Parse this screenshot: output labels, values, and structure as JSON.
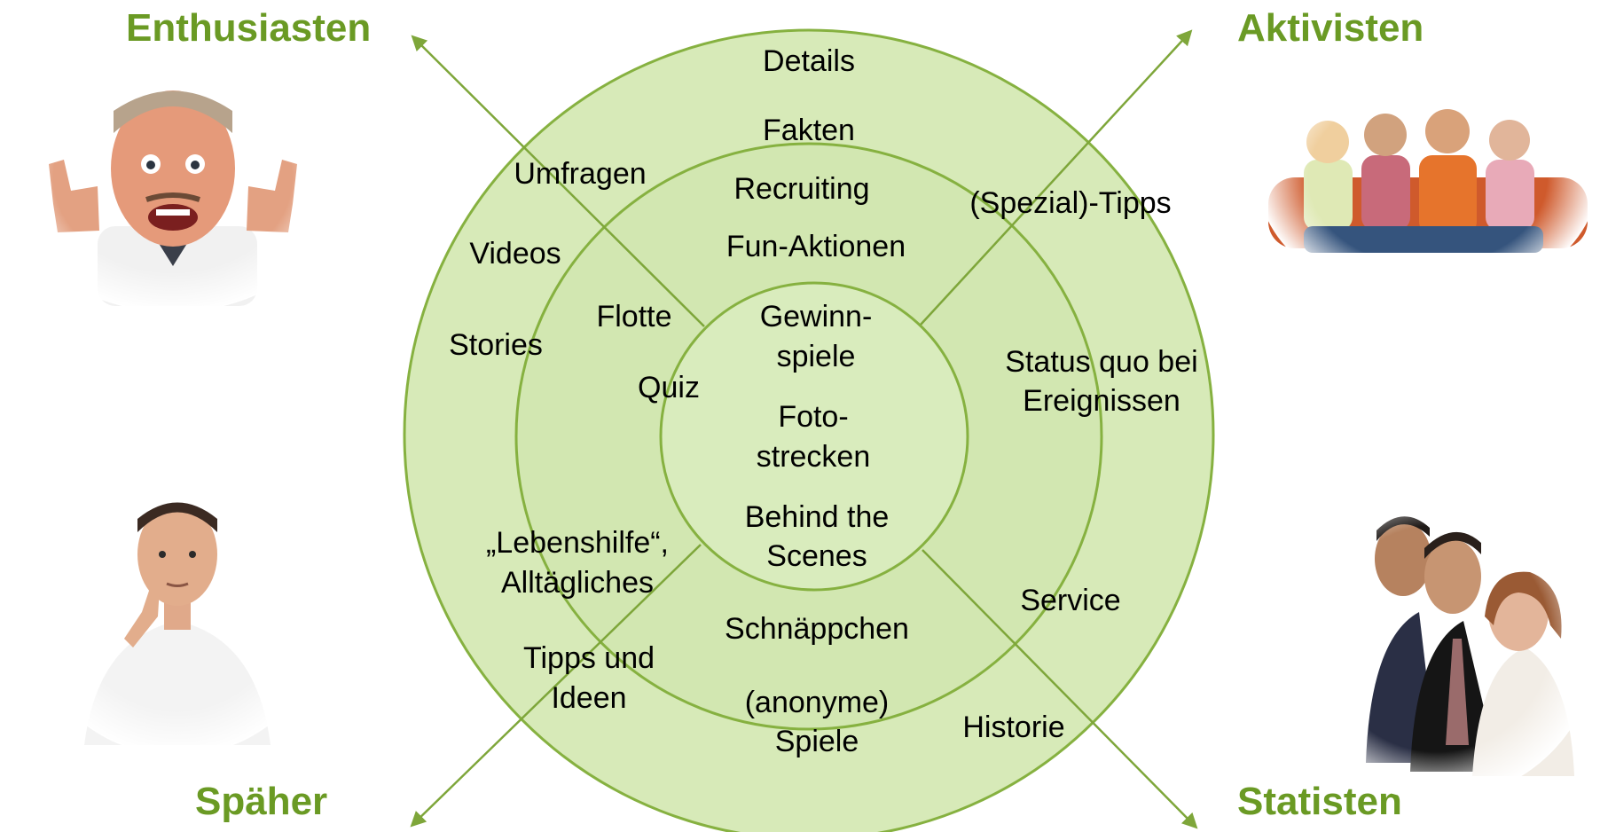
{
  "colors": {
    "ring_fill_outer": "#d7eab8",
    "ring_fill_middle": "#d2e7b1",
    "ring_fill_inner": "#d9ecbd",
    "ring_stroke": "#86b140",
    "axis": "#7ea63a",
    "persona_text": "#6a9a24",
    "label_text": "#000000"
  },
  "personas": {
    "top_left": "Enthusiasten",
    "top_right": "Aktivisten",
    "bottom_left": "Späher",
    "bottom_right": "Statisten"
  },
  "outer_ring": {
    "details": "Details",
    "umfragen": "Umfragen",
    "videos": "Videos",
    "stories": "Stories",
    "spezial_tipps": "(Spezial)-Tipps",
    "status_line1": "Status quo bei",
    "status_line2": "Ereignissen",
    "lebenshilfe_line1": "„Lebenshilfe“,",
    "lebenshilfe_line2": "Alltägliches",
    "tipps_line1": "Tipps und",
    "tipps_line2": "Ideen",
    "anonyme_line1": "(anonyme)",
    "anonyme_line2": "Spiele",
    "historie": "Historie"
  },
  "middle_ring": {
    "fakten": "Fakten",
    "recruiting": "Recruiting",
    "fun_aktionen": "Fun-Aktionen",
    "flotte": "Flotte",
    "quiz": "Quiz",
    "service": "Service",
    "schnaeppchen": "Schnäppchen"
  },
  "inner_ring": {
    "gewinn_line1": "Gewinn-",
    "gewinn_line2": "spiele",
    "foto_line1": "Foto-",
    "foto_line2": "strecken",
    "behind_line1": "Behind the",
    "behind_line2": "Scenes"
  }
}
